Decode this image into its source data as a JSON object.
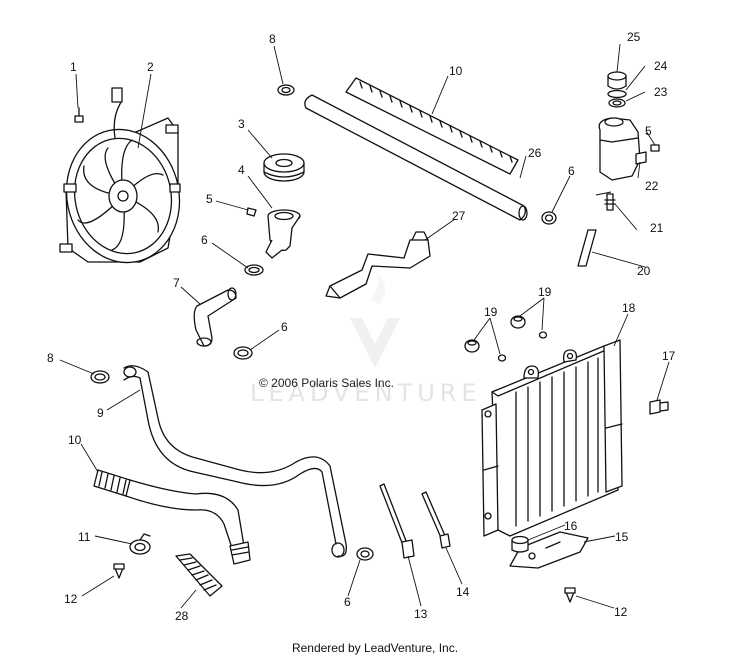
{
  "diagram": {
    "copyright": "© 2006 Polaris Sales Inc.",
    "watermark": "LEADVENTURE",
    "footer": "Rendered by LeadVenture, Inc.",
    "callouts": {
      "c1": "1",
      "c2": "2",
      "c3": "3",
      "c4": "4",
      "c5a": "5",
      "c5b": "5",
      "c6a": "6",
      "c6b": "6",
      "c6c": "6",
      "c6d": "6",
      "c7": "7",
      "c8a": "8",
      "c8b": "8",
      "c9": "9",
      "c10a": "10",
      "c10b": "10",
      "c11": "11",
      "c12a": "12",
      "c12b": "12",
      "c13": "13",
      "c14": "14",
      "c15": "15",
      "c16": "16",
      "c17": "17",
      "c18": "18",
      "c19a": "19",
      "c19b": "19",
      "c20": "20",
      "c21": "21",
      "c22": "22",
      "c23": "23",
      "c24": "24",
      "c25": "25",
      "c26": "26",
      "c27": "27",
      "c28": "28"
    }
  }
}
